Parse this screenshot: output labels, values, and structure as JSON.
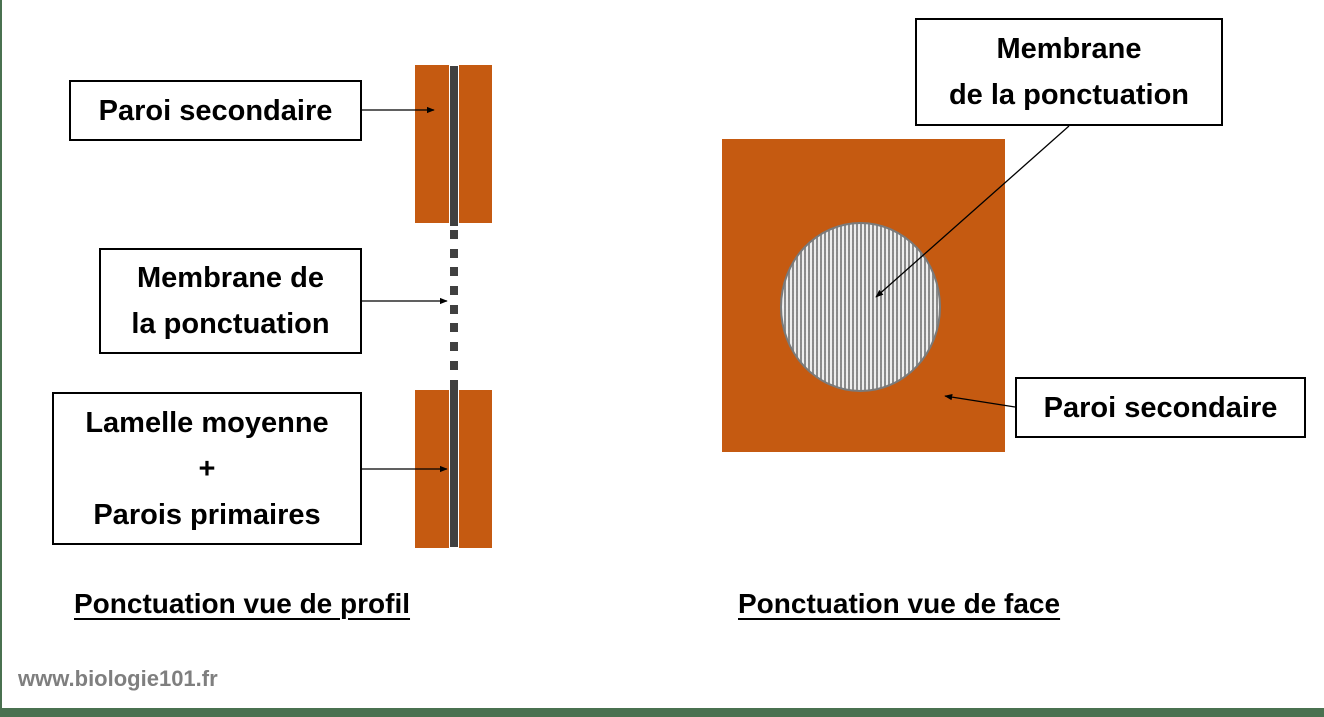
{
  "diagram": {
    "profile_view": {
      "caption": "Ponctuation vue de profil",
      "labels": {
        "secondary_wall": "Paroi secondaire",
        "pit_membrane_line1": "Membrane de",
        "pit_membrane_line2": "la ponctuation",
        "middle_lamella_line1": "Lamelle moyenne",
        "middle_lamella_line2": "+",
        "middle_lamella_line3": "Parois primaires"
      }
    },
    "face_view": {
      "caption": "Ponctuation vue de face",
      "labels": {
        "pit_membrane_line1": "Membrane",
        "pit_membrane_line2": "de la ponctuation",
        "secondary_wall": "Paroi secondaire"
      }
    },
    "colors": {
      "secondary_wall": "#c55a11",
      "lamella": "#404040",
      "pit_membrane": "#8a8a8a",
      "frame": "#4a7150",
      "watermark": "#7f7f7f"
    }
  },
  "footer": {
    "watermark": "www.biologie101.fr"
  }
}
